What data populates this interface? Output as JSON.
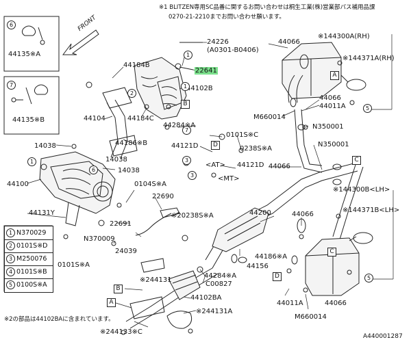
{
  "notes": {
    "note1_line1": "※1 BLITZEN専用SC品番に関するお問い合わせは桐生工業(株)営業部パス補用品課",
    "note1_line2": "0270-21-2210までお問い合わせ願います。",
    "note2": "※2の部品は44102BAに含まれています。",
    "diagram_id": "A440001287"
  },
  "inset_boxes": {
    "box6_num": "6",
    "box6_part": "44135※A",
    "box7_num": "7",
    "box7_part": "44135※B"
  },
  "front_label": "FRONT",
  "legend": [
    {
      "num": "1",
      "part": "N370029"
    },
    {
      "num": "2",
      "part": "0101S※D"
    },
    {
      "num": "3",
      "part": "M250076"
    },
    {
      "num": "4",
      "part": "0101S※B"
    },
    {
      "num": "5",
      "part": "0100S※A"
    }
  ],
  "parts": {
    "p24226": "24226",
    "p24226_range": "(A0301-B0406)",
    "p22641": "22641",
    "p44184B": "44184B",
    "p44102B": "44102B",
    "p44104": "44104",
    "p44184C": "44184C",
    "p44284A_1": "44284※A",
    "p44186B": "44186※B",
    "p14038_1": "14038",
    "p14038_2": "14038",
    "p44100": "44100",
    "p44131Y": "44131Y",
    "p0104SA": "0104S※A",
    "p22690": "22690",
    "p22691": "22691",
    "pN370009": "N370009",
    "p0101SA": "0101S※A",
    "p24039": "24039",
    "p20238SA_1": "※20238S※A",
    "p0101SC": "0101S※C",
    "p44121D_1": "44121D",
    "p0238SA_2": "0238S※A",
    "p44121D_2": "44121D",
    "at_label": "<AT>",
    "mt_label": "<MT>",
    "p44066_1": "44066",
    "p44066_2": "44066",
    "p44066_3": "44066",
    "p44066_4": "44066",
    "p44066_5": "44066",
    "p144300A": "※144300A(RH)",
    "p144371A": "※144371A(RH)",
    "p44011A_1": "44011A",
    "pM660014_1": "M660014",
    "pN350001_1": "N350001",
    "pN350001_2": "N350001",
    "p144300B": "※144300B<LH>",
    "p144371B": "※144371B<LH>",
    "p44200": "44200",
    "p44186A": "44186※A",
    "p44156": "44156",
    "p44284A_2": "44284※A",
    "pC00827": "C00827",
    "p244131": "※244131",
    "p44102BA": "44102BA",
    "p244131A": "※244131A",
    "p244133C": "※244133※C",
    "p44011A_2": "44011A",
    "pM660014_2": "M660014"
  },
  "callouts": {
    "A": "A",
    "B": "B",
    "C": "C",
    "D": "D"
  }
}
